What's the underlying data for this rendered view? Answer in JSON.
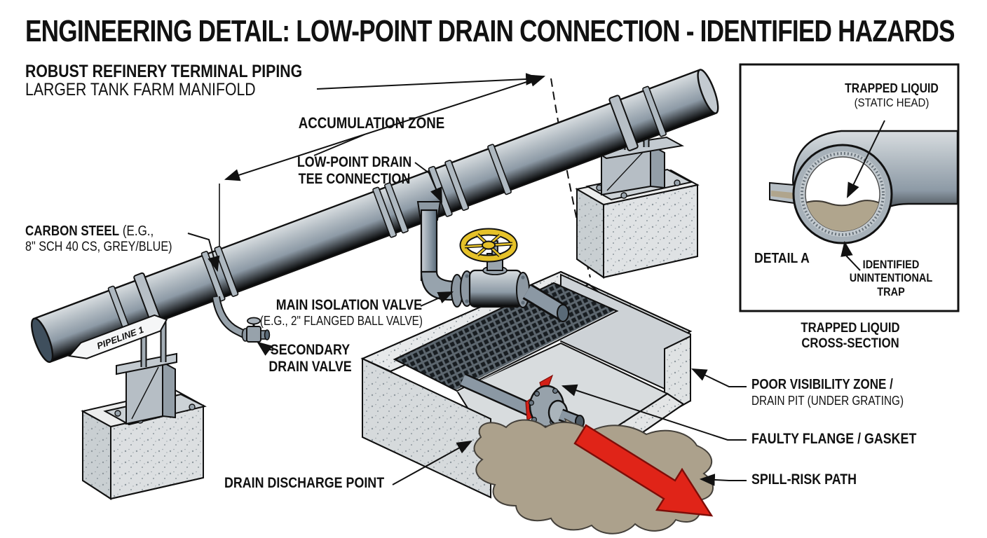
{
  "title": "ENGINEERING DETAIL: LOW-POINT DRAIN CONNECTION - IDENTIFIED HAZARDS",
  "subtitle": {
    "line1": "ROBUST REFINERY TERMINAL PIPING",
    "line2": "LARGER TANK FARM MANIFOLD"
  },
  "diagram_labels": {
    "accumulation_zone": "ACCUMULATION ZONE",
    "low_point_drain_line1": "LOW-POINT DRAIN",
    "low_point_drain_line2": "TEE CONNECTION",
    "carbon_steel_bold": "CARBON STEEL",
    "carbon_steel_normal": " (E.G.,",
    "carbon_steel_line2": "8\" SCH 40 CS, GREY/BLUE)",
    "main_isolation_valve_line1": "MAIN ISOLATION VALVE",
    "main_isolation_valve_line2": "(E.G., 2\" FLANGED BALL VALVE)",
    "secondary_drain_valve_line1": "SECONDARY",
    "secondary_drain_valve_line2": "DRAIN VALVE",
    "drain_discharge_point": "DRAIN DISCHARGE POINT",
    "poor_visibility_line1": "POOR VISIBILITY ZONE /",
    "poor_visibility_line2": "DRAIN PIT (UNDER GRATING)",
    "faulty_flange": "FAULTY FLANGE / GASKET",
    "spill_risk_path": "SPILL-RISK PATH",
    "pipe_tag": "PIPELINE 1"
  },
  "inset": {
    "trapped_liquid_line1": "TRAPPED LIQUID",
    "trapped_liquid_line2": "(STATIC HEAD)",
    "detail_label": "DETAIL A",
    "trap_line1": "IDENTIFIED",
    "trap_line2": "UNINTENTIONAL",
    "trap_line3": "TRAP",
    "caption_line1": "TRAPPED LIQUID",
    "caption_line2": "CROSS-SECTION"
  },
  "colors": {
    "text": "#111111",
    "pipe_grey_blue": "#93a0ab",
    "handwheel_yellow": "#e6c229",
    "hazard_red": "#e02418",
    "spill_tan": "#aca18c",
    "concrete_grey": "#d9dcde",
    "background": "#ffffff"
  }
}
